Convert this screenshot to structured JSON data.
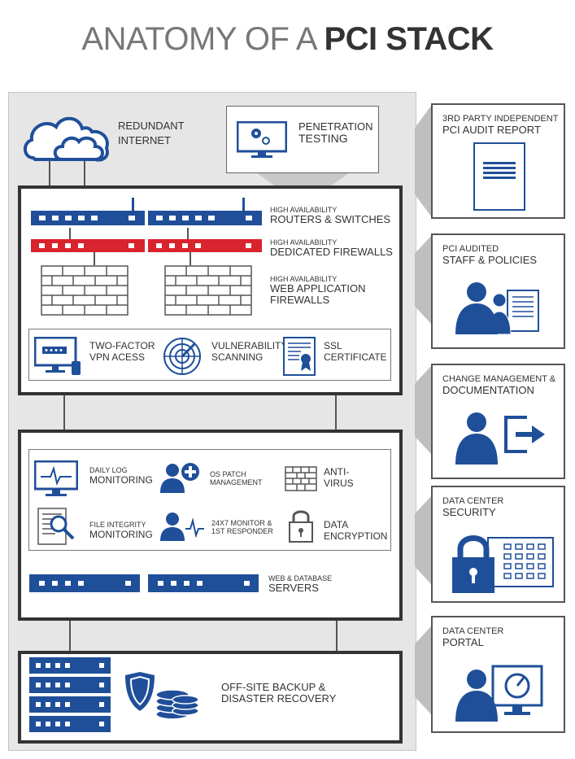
{
  "title": {
    "part1": "ANATOMY OF A",
    "part2": "PCI STACK"
  },
  "top": {
    "internet": [
      "REDUNDANT",
      "INTERNET"
    ],
    "pentest": [
      "PENETRATION",
      "TESTING"
    ]
  },
  "network": {
    "routers": [
      "HIGH AVAILABILITY",
      "ROUTERS & SWITCHES"
    ],
    "firewalls": [
      "HIGH AVAILABILITY",
      "DEDICATED FIREWALLS"
    ],
    "waf": [
      "HIGH AVAILABILITY",
      "WEB APPLICATION",
      "FIREWALLS"
    ],
    "vpn": [
      "TWO-FACTOR",
      "VPN ACESS"
    ],
    "vuln": [
      "VULNERABILITY",
      "SCANNING"
    ],
    "ssl": [
      "SSL",
      "CERTIFICATE"
    ]
  },
  "servers": {
    "log": [
      "DAILY LOG",
      "MONITORING"
    ],
    "patch": [
      "OS PATCH",
      "MANAGEMENT"
    ],
    "antivirus": [
      "ANTI-",
      "VIRUS"
    ],
    "fim": [
      "FILE INTEGRITY",
      "MONITORING"
    ],
    "monitor": [
      "24x7 MONITOR &",
      "1st RESPONDER"
    ],
    "encryption": [
      "DATA",
      "ENCRYPTION"
    ],
    "webdb": [
      "WEB & DATABASE",
      "SERVERS"
    ]
  },
  "backup": [
    "OFF-SITE BACKUP &",
    "DISASTER RECOVERY"
  ],
  "side": [
    {
      "l1": "3RD PARTY INDEPENDENT",
      "l2": "PCI AUDIT REPORT"
    },
    {
      "l1": "PCI AUDITED",
      "l2": "STAFF & POLICIES"
    },
    {
      "l1": "CHANGE MANAGEMENT &",
      "l2": "DOCUMENTATION"
    },
    {
      "l1": "DATA CENTER",
      "l2": "SECURITY"
    },
    {
      "l1": "DATA CENTER",
      "l2": "PORTAL"
    }
  ],
  "colors": {
    "blue": "#1f4f99",
    "red": "#d9232e",
    "dark": "#333333",
    "gray": "#e6e6e6"
  }
}
